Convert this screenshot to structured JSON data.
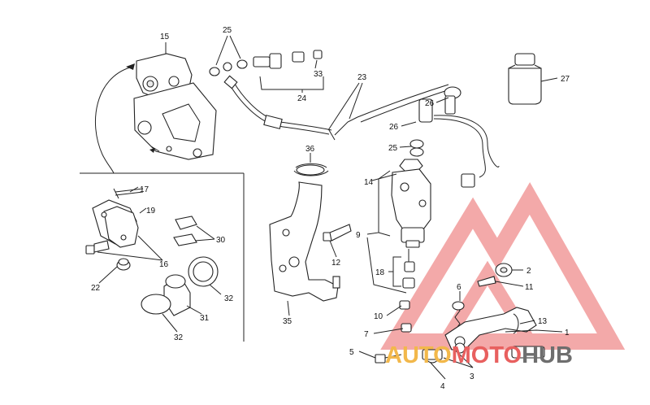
{
  "diagram": {
    "callouts": [
      {
        "id": "15",
        "text": "15"
      },
      {
        "id": "25a",
        "text": "25"
      },
      {
        "id": "33",
        "text": "33"
      },
      {
        "id": "24",
        "text": "24"
      },
      {
        "id": "23",
        "text": "23"
      },
      {
        "id": "27",
        "text": "27"
      },
      {
        "id": "26a",
        "text": "26"
      },
      {
        "id": "26b",
        "text": "26"
      },
      {
        "id": "25b",
        "text": "25"
      },
      {
        "id": "36",
        "text": "36"
      },
      {
        "id": "14",
        "text": "14"
      },
      {
        "id": "17",
        "text": "17"
      },
      {
        "id": "19",
        "text": "19"
      },
      {
        "id": "30",
        "text": "30"
      },
      {
        "id": "16",
        "text": "16"
      },
      {
        "id": "22",
        "text": "22"
      },
      {
        "id": "32a",
        "text": "32"
      },
      {
        "id": "31",
        "text": "31"
      },
      {
        "id": "32b",
        "text": "32"
      },
      {
        "id": "35",
        "text": "35"
      },
      {
        "id": "12",
        "text": "12"
      },
      {
        "id": "9",
        "text": "9"
      },
      {
        "id": "18",
        "text": "18"
      },
      {
        "id": "2",
        "text": "2"
      },
      {
        "id": "11",
        "text": "11"
      },
      {
        "id": "6",
        "text": "6"
      },
      {
        "id": "10",
        "text": "10"
      },
      {
        "id": "13",
        "text": "13"
      },
      {
        "id": "1",
        "text": "1"
      },
      {
        "id": "7",
        "text": "7"
      },
      {
        "id": "5",
        "text": "5"
      },
      {
        "id": "4",
        "text": "4"
      },
      {
        "id": "3",
        "text": "3"
      }
    ]
  },
  "watermark": {
    "part1": "AUTO",
    "part2": "MOTO",
    "part3": "HUB",
    "color_red": "#e8605f",
    "color_gold": "#f2b84b",
    "color_grey": "#6e6e6e"
  }
}
